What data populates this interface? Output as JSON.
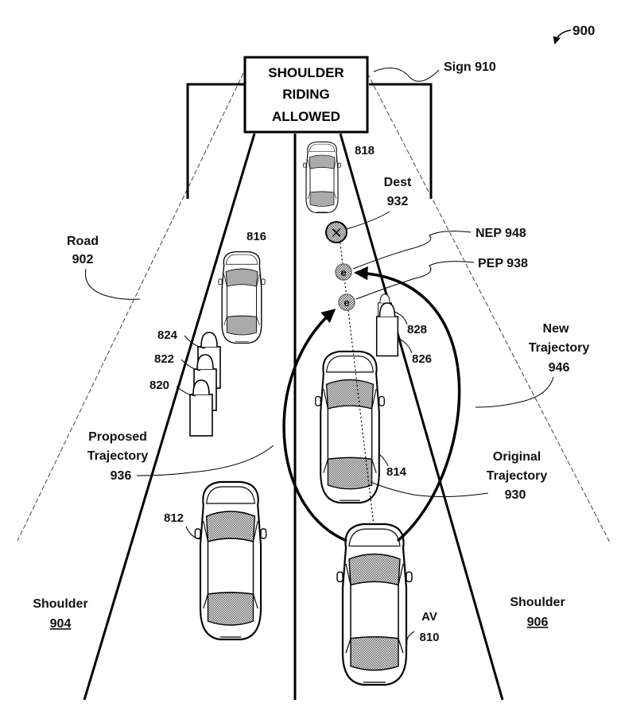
{
  "figure": {
    "ref": "900"
  },
  "sign": {
    "line1": "SHOULDER",
    "line2": "RIDING",
    "line3": "ALLOWED",
    "label": "Sign 910"
  },
  "road": {
    "line1": "Road",
    "line2": "902"
  },
  "shoulder_left": {
    "line1": "Shoulder",
    "line2": "904"
  },
  "shoulder_right": {
    "line1": "Shoulder",
    "line2": "906"
  },
  "dest": {
    "line1": "Dest",
    "line2": "932"
  },
  "nep": {
    "label": "NEP 948"
  },
  "pep": {
    "label": "PEP 938"
  },
  "new_trajectory": {
    "line1": "New",
    "line2": "Trajectory",
    "line3": "946"
  },
  "proposed_trajectory": {
    "line1": "Proposed",
    "line2": "Trajectory",
    "line3": "936"
  },
  "original_trajectory": {
    "line1": "Original",
    "line2": "Trajectory",
    "line3": "930"
  },
  "vehicles": {
    "v816": "816",
    "v818": "818",
    "v812": "812",
    "v814": "814",
    "av_label": "AV",
    "av_ref": "810"
  },
  "pedestrians": {
    "p824": "824",
    "p822": "822",
    "p820": "820",
    "p828": "828",
    "p826": "826"
  },
  "markers": {
    "dest_symbol": "✕",
    "endpoint_symbol": "e"
  }
}
